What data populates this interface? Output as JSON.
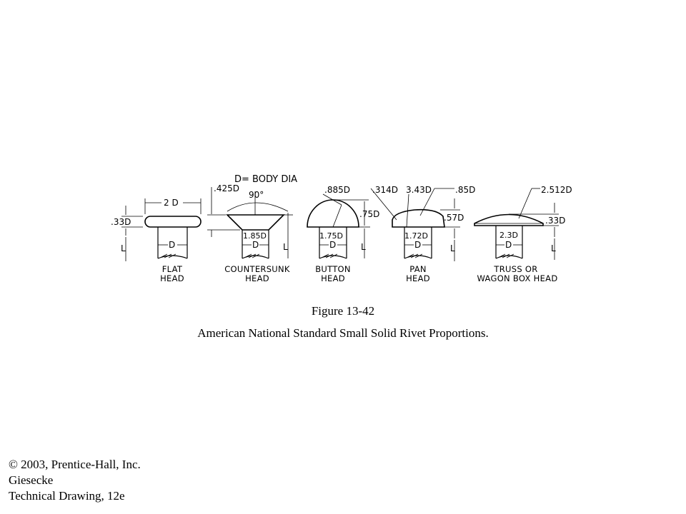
{
  "figure": {
    "number": "Figure 13-42",
    "caption": "American National Standard Small Solid Rivet Proportions."
  },
  "diagram": {
    "body_dia_note": "D= BODY DIA",
    "rivets": [
      {
        "id": "flat",
        "caption": [
          "FLAT",
          "HEAD"
        ],
        "dims": [
          "2 D",
          ".33D",
          "D",
          "L"
        ]
      },
      {
        "id": "countersunk",
        "caption": [
          "COUNTERSUNK",
          "HEAD"
        ],
        "dims": [
          ".425D",
          "90°",
          "1.85D",
          "D",
          "L"
        ]
      },
      {
        "id": "button",
        "caption": [
          "BUTTON",
          "HEAD"
        ],
        "dims": [
          ".885D",
          ".75D",
          "1.75D",
          "D",
          "L"
        ]
      },
      {
        "id": "pan",
        "caption": [
          "PAN",
          "HEAD"
        ],
        "dims": [
          ".314D",
          "3.43D",
          ".85D",
          ".57D",
          "1.72D",
          "D",
          "L"
        ]
      },
      {
        "id": "truss",
        "caption": [
          "TRUSS OR",
          "WAGON BOX HEAD"
        ],
        "dims": [
          "2.512D",
          ".33D",
          "2.3D",
          "D",
          "L"
        ]
      }
    ]
  },
  "credits": {
    "line1": "© 2003, Prentice-Hall, Inc.",
    "line2": "Giesecke",
    "line3": "Technical Drawing, 12e"
  }
}
